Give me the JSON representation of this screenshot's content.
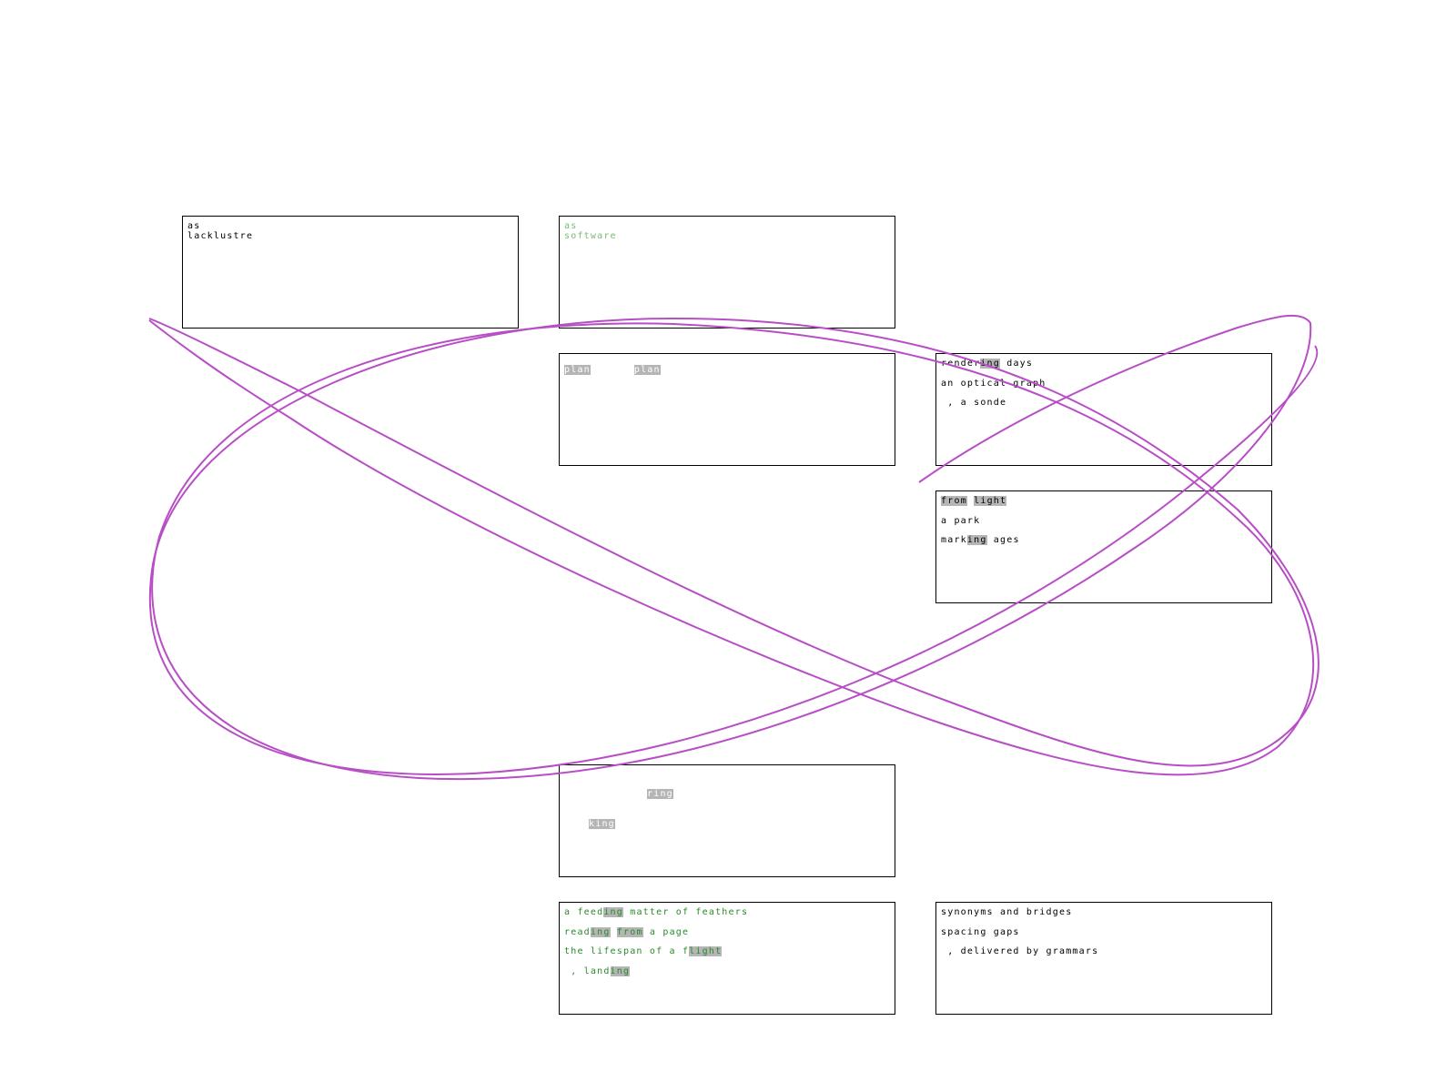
{
  "panels": {
    "p1": {
      "lines": [
        "as",
        "lacklustre"
      ]
    },
    "p2": {
      "lines": [
        "as",
        "software"
      ]
    },
    "p3": {
      "hl1": "plan",
      "hl2": "plan"
    },
    "p4": {
      "l1a": "render",
      "l1b": "ing",
      "l1c": " days",
      "l2": "an optical graph",
      "l3": " , a sonde"
    },
    "p5": {
      "l1a": "from",
      "l1b": " ",
      "l1c": "light",
      "l2": "a park",
      "l3a": "mark",
      "l3b": "ing",
      "l3c": " ages"
    },
    "p6": {
      "hl1": "ring",
      "hl2": "king"
    },
    "p7": {
      "l1a": "a feed",
      "l1b": "ing",
      "l1c": " matter of feathers",
      "l2a": "read",
      "l2b": "ing",
      "l2c": " ",
      "l2d": "from",
      "l2e": " a page",
      "l3a": "the lifespan of a f",
      "l3b": "light",
      "l4a": " , land",
      "l4b": "ing"
    },
    "p8": {
      "l1": "synonyms and bridges",
      "l2": "spacing gaps",
      "l3": " , delivered by grammars"
    }
  },
  "colors": {
    "curve": "#b84ec6",
    "highlight": "#b5b5b5",
    "green": "#2a8a2a",
    "green_light": "#7ab87a"
  }
}
